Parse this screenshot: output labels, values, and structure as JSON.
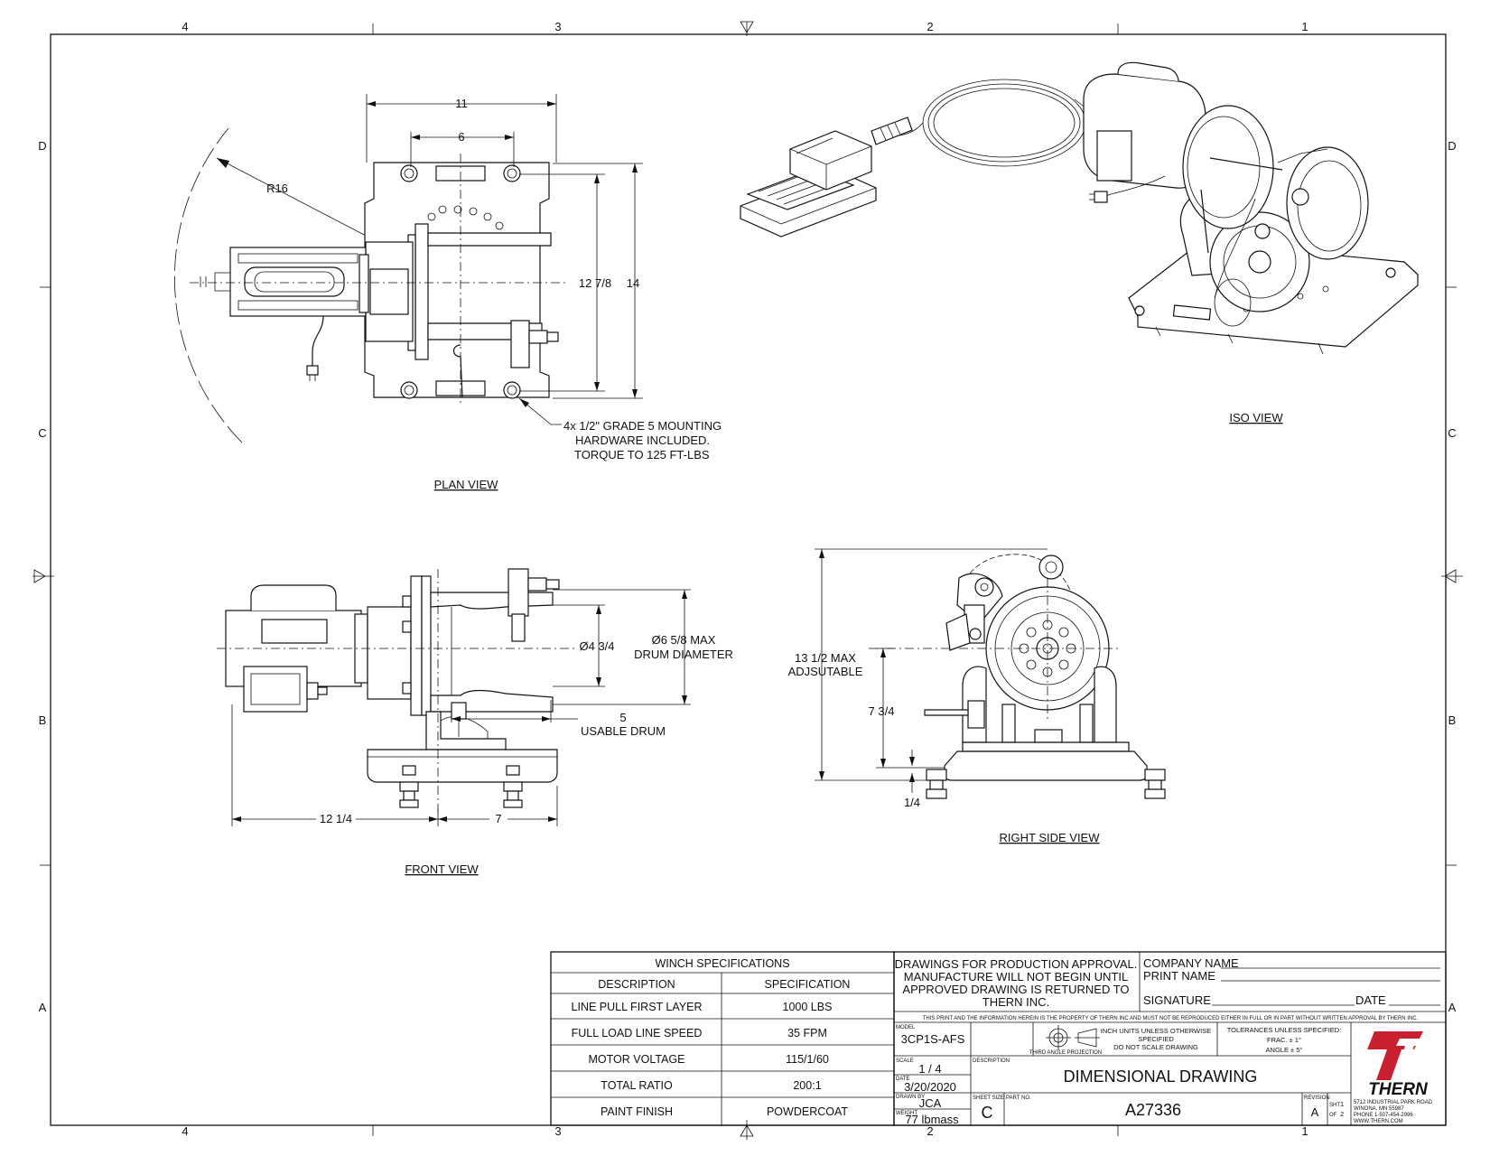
{
  "zones": {
    "columns": [
      "4",
      "3",
      "2",
      "1"
    ],
    "rows": [
      "D",
      "C",
      "B",
      "A"
    ]
  },
  "plan_view": {
    "title": "PLAN VIEW",
    "dim_width_overall": "11",
    "dim_width_inner": "6",
    "dim_radius": "R16",
    "dim_height_inner": "12 7/8",
    "dim_height_overall": "14",
    "note_line1": "4x 1/2\" GRADE 5 MOUNTING",
    "note_line2": "HARDWARE INCLUDED.",
    "note_line3": "TORQUE TO 125 FT-LBS"
  },
  "iso_view": {
    "title": "ISO VIEW"
  },
  "front_view": {
    "title": "FRONT VIEW",
    "dim_diameter": "Ø4 3/4",
    "dim_max_line1": "Ø6 5/8 MAX",
    "dim_max_line2": "DRUM DIAMETER",
    "dim_usable_line1": "5",
    "dim_usable_line2": "USABLE DRUM",
    "dim_left": "12 1/4",
    "dim_right": "7"
  },
  "right_side_view": {
    "title": "RIGHT SIDE VIEW",
    "dim_height_line1": "13 1/2 MAX",
    "dim_height_line2": "ADJSUTABLE",
    "dim_center": "7 3/4",
    "dim_base": "1/4"
  },
  "specs": {
    "title": "WINCH SPECIFICATIONS",
    "col_description": "DESCRIPTION",
    "col_specification": "SPECIFICATION",
    "rows": [
      {
        "label": "LINE PULL FIRST LAYER",
        "value": "1000 LBS"
      },
      {
        "label": "FULL LOAD LINE SPEED",
        "value": "35 FPM"
      },
      {
        "label": "MOTOR VOLTAGE",
        "value": "115/1/60"
      },
      {
        "label": "TOTAL RATIO",
        "value": "200:1"
      },
      {
        "label": "PAINT FINISH",
        "value": "POWDERCOAT"
      }
    ]
  },
  "title_block": {
    "approval_line1": "DRAWINGS FOR PRODUCTION APPROVAL.",
    "approval_line2": "MANUFACTURE WILL NOT BEGIN UNTIL",
    "approval_line3": "APPROVED DRAWING IS RETURNED TO",
    "approval_line4": "THERN INC.",
    "company_name_label": "COMPANY NAME",
    "print_name_label": "PRINT NAME",
    "signature_label": "SIGNATURE",
    "date_label": "DATE",
    "proprietary": "THIS PRINT AND THE INFORMATION HEREIN IS THE PROPERTY OF THERN INC AND MUST NOT BE REPRODUCED EITHER IN FULL OR IN PART WITHOUT WRITTEN APPROVAL BY THERN INC.",
    "model_label": "MODEL",
    "model": "3CP1S-AFS",
    "projection_label": "THIRD ANGLE PROJECTION",
    "units_line1": "INCH UNITS UNLESS OTHERWISE",
    "units_line2": "SPECIFIED",
    "units_line3": "DO NOT SCALE DRAWING",
    "tol_line1": "TOLERANCES UNLESS SPECIFIED:",
    "tol_line2": "FRAC. ± 1°",
    "tol_line3": "ANGLE ± 5°",
    "scale_label": "SCALE",
    "scale": "1 / 4",
    "description_label": "DESCRIPTION",
    "description": "DIMENSIONAL DRAWING",
    "date_field_label": "DATE",
    "date": "3/20/2020",
    "drawn_by_label": "DRAWN BY",
    "drawn_by": "JCA",
    "sheet_size_label": "SHEET SIZE",
    "sheet_size": "C",
    "part_no_label": "PART NO.",
    "part_no": "A27336",
    "revision_label": "REVISION",
    "revision": "A",
    "sheet_label": "SHT",
    "sheet": "1",
    "of_label": "OF",
    "of": "2",
    "weight_label": "WEIGHT",
    "weight": "77 lbmass",
    "logo_text": "THERN",
    "address1": "5712 INDUSTRIAL PARK ROAD",
    "address2": "WINONA, MN 55987",
    "phone": "PHONE 1-507-454-2996",
    "web": "WWW.THERN.COM"
  },
  "colors": {
    "logo_red": "#c8202f",
    "line": "#111111"
  }
}
